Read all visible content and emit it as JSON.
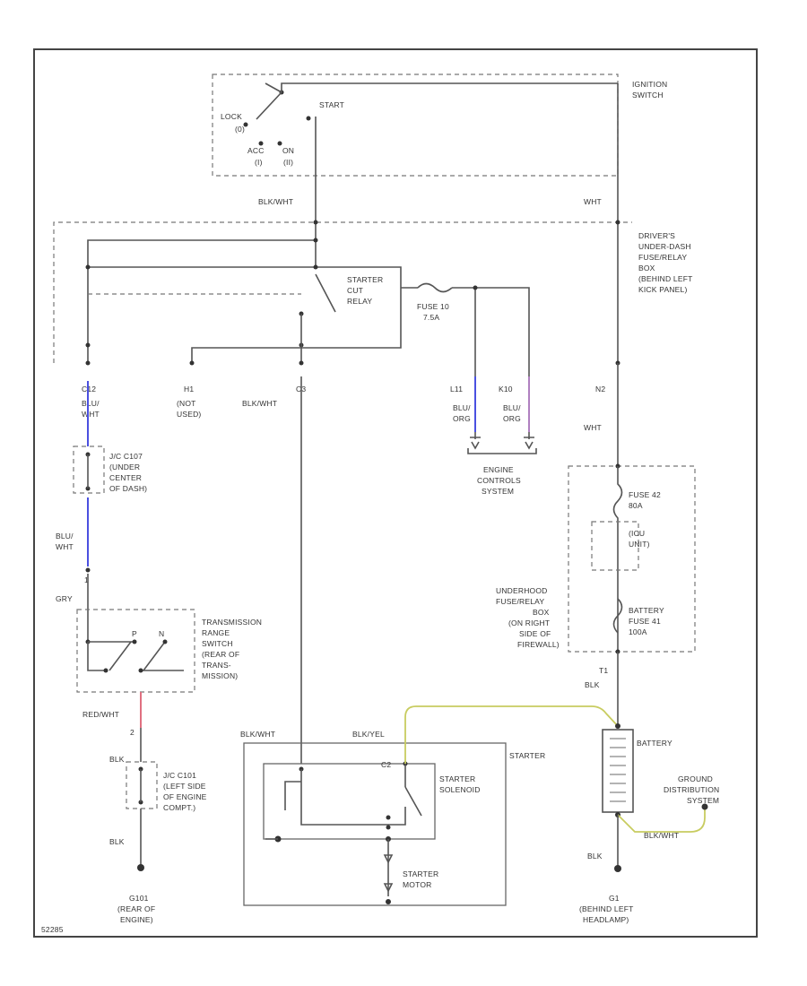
{
  "colors": {
    "wire": "#555555",
    "blue_wire": "#4a50e0",
    "pink_wire": "#e07080",
    "yellow_wire": "#c8cc60",
    "violet_wire": "#b080c0"
  },
  "labels": {
    "ignition_switch": [
      "IGNITION",
      "SWITCH"
    ],
    "lock": [
      "LOCK",
      "(0)"
    ],
    "start": "START",
    "acc": [
      "ACC",
      "(I)"
    ],
    "on": [
      "ON",
      "(II)"
    ],
    "blk_wht_top": "BLK/WHT",
    "wht_top": "WHT",
    "fuse_box": [
      "DRIVER'S",
      "UNDER-DASH",
      "FUSE/RELAY",
      "BOX",
      "(BEHIND LEFT",
      "KICK PANEL)"
    ],
    "starter_cut_relay": [
      "STARTER",
      "CUT",
      "RELAY"
    ],
    "fuse_10": [
      "FUSE 10",
      "7.5A"
    ],
    "c12": "C12",
    "blu_wht_1": [
      "BLU/",
      "WHT"
    ],
    "h1": "H1",
    "not_used": [
      "(NOT",
      "USED)"
    ],
    "c3": "C3",
    "blk_wht_c3": "BLK/WHT",
    "l11": "L11",
    "k10": "K10",
    "blu_org_1": [
      "BLU/",
      "ORG"
    ],
    "blu_org_2": [
      "BLU/",
      "ORG"
    ],
    "n2": "N2",
    "wht_n2": "WHT",
    "engine_controls": [
      "ENGINE",
      "CONTROLS",
      "SYSTEM"
    ],
    "jc_c107": [
      "J/C C107",
      "(UNDER",
      "CENTER",
      "OF DASH)"
    ],
    "fuse_42": [
      "FUSE 42",
      "80A"
    ],
    "icu_unit": [
      "(ICU",
      "UNIT)"
    ],
    "blu_wht_2": [
      "BLU/",
      "WHT"
    ],
    "underhood_box": [
      "UNDERHOOD",
      "FUSE/RELAY",
      "BOX",
      "(ON RIGHT",
      "SIDE OF",
      "FIREWALL)"
    ],
    "battery_fuse": [
      "BATTERY",
      "FUSE 41",
      "100A"
    ],
    "pin_1": "1",
    "gry": "GRY",
    "trans_switch": [
      "TRANSMISSION",
      "RANGE",
      "SWITCH",
      "(REAR OF",
      "TRANS-",
      "MISSION)"
    ],
    "pin_p": "P",
    "pin_n": "N",
    "t1": "T1",
    "blk_t1": "BLK",
    "red_wht": "RED/WHT",
    "pin_2": "2",
    "blk_wht_starter": "BLK/WHT",
    "blk_yel": "BLK/YEL",
    "starter": "STARTER",
    "battery": "BATTERY",
    "blk_jc": "BLK",
    "jc_c101": [
      "J/C C101",
      "(LEFT SIDE",
      "OF ENGINE",
      "COMPT.)"
    ],
    "c2": "C2",
    "starter_solenoid": [
      "STARTER",
      "SOLENOID"
    ],
    "ground_dist": [
      "GROUND",
      "DISTRIBUTION",
      "SYSTEM"
    ],
    "blk_wht_gnd": "BLK/WHT",
    "blk_bottom": "BLK",
    "blk_g1": "BLK",
    "starter_motor": [
      "STARTER",
      "MOTOR"
    ],
    "g101": [
      "G101",
      "(REAR OF",
      "ENGINE)"
    ],
    "g1": [
      "G1",
      "(BEHIND LEFT",
      "HEADLAMP)"
    ],
    "footer_code": "52285"
  }
}
